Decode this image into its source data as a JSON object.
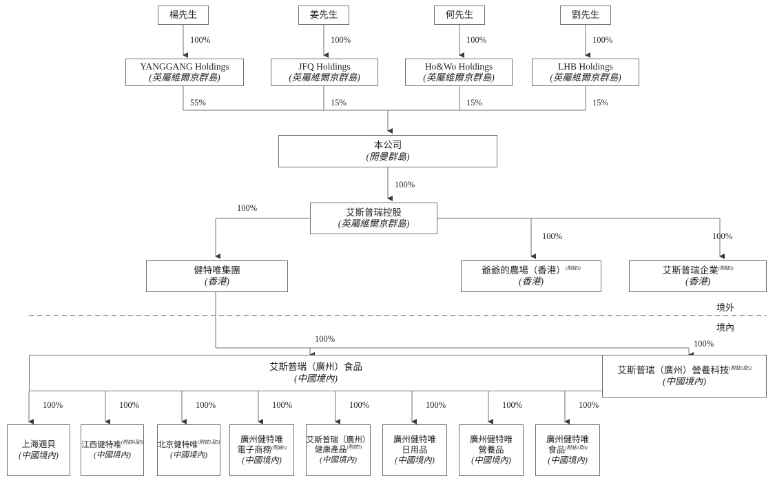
{
  "diagram": {
    "title": "corporate-shareholding-structure",
    "zones": {
      "offshore": "境外",
      "onshore": "境內"
    },
    "colors": {
      "line": "#6f6f70",
      "text": "#231f20",
      "background": "#ffffff"
    }
  },
  "nodes": {
    "owner1": {
      "name": "楊先生",
      "loc": ""
    },
    "owner2": {
      "name": "姜先生",
      "loc": ""
    },
    "owner3": {
      "name": "何先生",
      "loc": ""
    },
    "owner4": {
      "name": "劉先生",
      "loc": ""
    },
    "hold1": {
      "name": "YANGGANG Holdings",
      "loc": "(英屬維爾京群島)"
    },
    "hold2": {
      "name": "JFQ Holdings",
      "loc": "(英屬維爾京群島)"
    },
    "hold3": {
      "name": "Ho&Wo Holdings",
      "loc": "(英屬維爾京群島)"
    },
    "hold4": {
      "name": "LHB Holdings",
      "loc": "(英屬維爾京群島)"
    },
    "company": {
      "name": "本公司",
      "loc": "(開曼群島)"
    },
    "aspri_holding": {
      "name": "艾斯普瑞控股",
      "loc": "(英屬維爾京群島)"
    },
    "jtw_group": {
      "name": "健特唯集團",
      "loc": "(香港)"
    },
    "farm_hk": {
      "name": "爺爺的農場（香港）",
      "note": "(附註5)",
      "loc": "(香港)"
    },
    "aspri_ent": {
      "name": "艾斯普瑞企業",
      "note": "(附註5)",
      "loc": "(香港)"
    },
    "gz_food": {
      "name": "艾斯普瑞（廣州）食品",
      "loc": "(中國境內)"
    },
    "gz_nutri_tech": {
      "name": "艾斯普瑞（廣州）營養科技",
      "note": "(附註3及5)",
      "loc": "(中國境內)"
    },
    "sub1": {
      "line1": "上海適貝",
      "line2": "",
      "note": "",
      "loc": "(中國境內)"
    },
    "sub2": {
      "line1": "江西健特唯",
      "line2": "",
      "note": "(附註4及5)",
      "loc": "(中國境內)"
    },
    "sub3": {
      "line1": "北京健特唯",
      "line2": "",
      "note": "(附註1及5)",
      "loc": "(中國境內)"
    },
    "sub4": {
      "line1": "廣州健特唯",
      "line2": "電子商務",
      "note": "(附註5)",
      "loc": "(中國境內)"
    },
    "sub5": {
      "line1": "艾斯普瑞（廣州）",
      "line2": "健康產品",
      "note": "(附註5)",
      "loc": "(中國境內)"
    },
    "sub6": {
      "line1": "廣州健特唯",
      "line2": "日用品",
      "note": "",
      "loc": "(中國境內)"
    },
    "sub7": {
      "line1": "廣州健特唯",
      "line2": "營養品",
      "note": "",
      "loc": "(中國境內)"
    },
    "sub8": {
      "line1": "廣州健特唯",
      "line2": "食品",
      "note": "(附註2及5)",
      "loc": "(中國境內)"
    }
  },
  "edges": {
    "owner1_hold1": "100%",
    "owner2_hold2": "100%",
    "owner3_hold3": "100%",
    "owner4_hold4": "100%",
    "hold1_company": "55%",
    "hold2_company": "15%",
    "hold3_company": "15%",
    "hold4_company": "15%",
    "company_aspri": "100%",
    "aspri_jtw": "100%",
    "aspri_farm": "100%",
    "aspri_ent": "100%",
    "jtw_gzfood": "100%",
    "jtw_gznutri": "100%",
    "food_sub1": "100%",
    "food_sub2": "100%",
    "food_sub3": "100%",
    "food_sub4": "100%",
    "food_sub5": "100%",
    "food_sub6": "100%",
    "food_sub7": "100%",
    "food_sub8": "100%"
  }
}
